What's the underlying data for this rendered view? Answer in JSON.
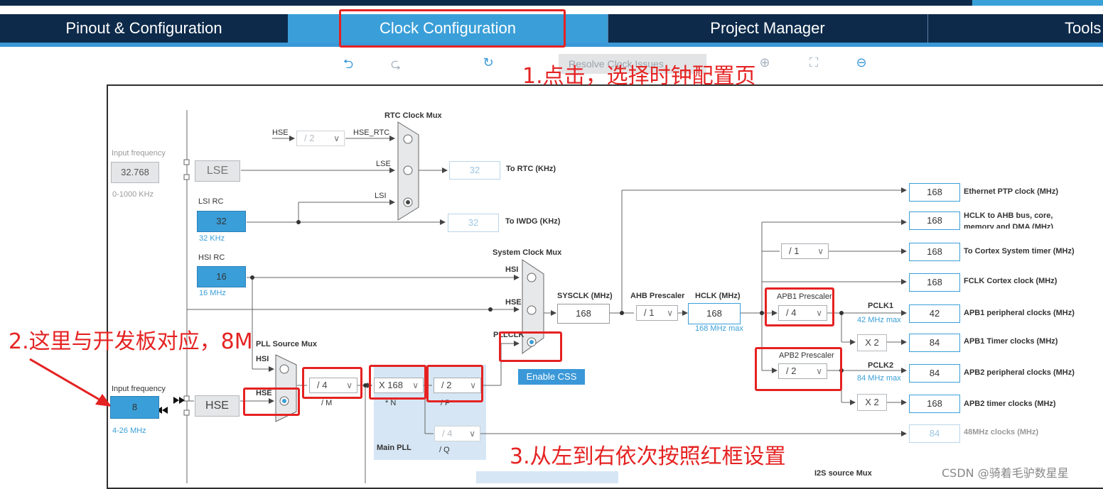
{
  "tabs": [
    {
      "label": "Pinout & Configuration"
    },
    {
      "label": "Clock Configuration"
    },
    {
      "label": "Project Manager"
    },
    {
      "label": "Tools"
    }
  ],
  "toolbar": {
    "resolve_label": "Resolve Clock Issues",
    "icons": [
      "undo-icon",
      "redo-icon",
      "reset-icon",
      "zoom-in-icon",
      "fit-icon",
      "zoom-out-icon"
    ]
  },
  "annotations": {
    "step1": "1.点击，选择时钟配置页",
    "step2": "2.这里与开发板对应，8M",
    "step3": "3.从左到右依次按照红框设置"
  },
  "watermark": "CSDN @骑着毛驴数星星",
  "lse": {
    "freq_label": "Input frequency",
    "freq_value": "32.768",
    "range": "0-1000 KHz",
    "name": "LSE"
  },
  "lsi": {
    "title": "LSI RC",
    "value": "32",
    "unit": "32 KHz"
  },
  "hsi": {
    "title": "HSI RC",
    "value": "16",
    "unit": "16 MHz"
  },
  "hse": {
    "freq_label": "Input frequency",
    "freq_value": "8",
    "range": "4-26 MHz",
    "name": "HSE"
  },
  "rtc": {
    "title": "RTC Clock Mux",
    "hse_label": "HSE",
    "div": "/ 2",
    "hse_rtc": "HSE_RTC",
    "lse": "LSE",
    "lsi": "LSI",
    "rtc_value": "32",
    "rtc_label": "To RTC (KHz)",
    "iwdg_value": "32",
    "iwdg_label": "To IWDG (KHz)"
  },
  "sysmux": {
    "title": "System Clock Mux",
    "hsi": "HSI",
    "hse": "HSE",
    "pllclk": "PLLCLK",
    "enable_css": "Enable CSS"
  },
  "pll": {
    "src_title": "PLL Source Mux",
    "hsi": "HSI",
    "hse": "HSE",
    "m": "/ 4",
    "m_label": "/ M",
    "n": "X 168",
    "n_label": "* N",
    "p": "/ 2",
    "p_label": "/ P",
    "q": "/ 4",
    "q_label": "/ Q",
    "title": "Main PLL"
  },
  "sysclk": {
    "label": "SYSCLK (MHz)",
    "value": "168"
  },
  "ahb": {
    "label": "AHB Prescaler",
    "value": "/ 1"
  },
  "hclk": {
    "label": "HCLK (MHz)",
    "value": "168",
    "max": "168 MHz max"
  },
  "cortex_div": "/ 1",
  "apb1": {
    "label": "APB1 Prescaler",
    "value": "/ 4",
    "pclk": "PCLK1",
    "max": "42 MHz max",
    "timer_mult": "X 2"
  },
  "apb2": {
    "label": "APB2 Prescaler",
    "value": "/ 2",
    "pclk": "PCLK2",
    "max": "84 MHz max",
    "timer_mult": "X 2"
  },
  "outputs": [
    {
      "value": "168",
      "label": "Ethernet PTP clock (MHz)"
    },
    {
      "value": "168",
      "label": "HCLK to AHB bus, core, memory and DMA (MHz)"
    },
    {
      "value": "168",
      "label": "To Cortex System timer (MHz)"
    },
    {
      "value": "168",
      "label": "FCLK Cortex clock (MHz)"
    },
    {
      "value": "42",
      "label": "APB1 peripheral clocks (MHz)"
    },
    {
      "value": "84",
      "label": "APB1 Timer clocks (MHz)"
    },
    {
      "value": "84",
      "label": "APB2 peripheral clocks (MHz)"
    },
    {
      "value": "168",
      "label": "APB2 timer clocks (MHz)"
    },
    {
      "value": "84",
      "label": "48MHz clocks (MHz)"
    }
  ],
  "i2s": {
    "label": "I2S source Mux"
  }
}
